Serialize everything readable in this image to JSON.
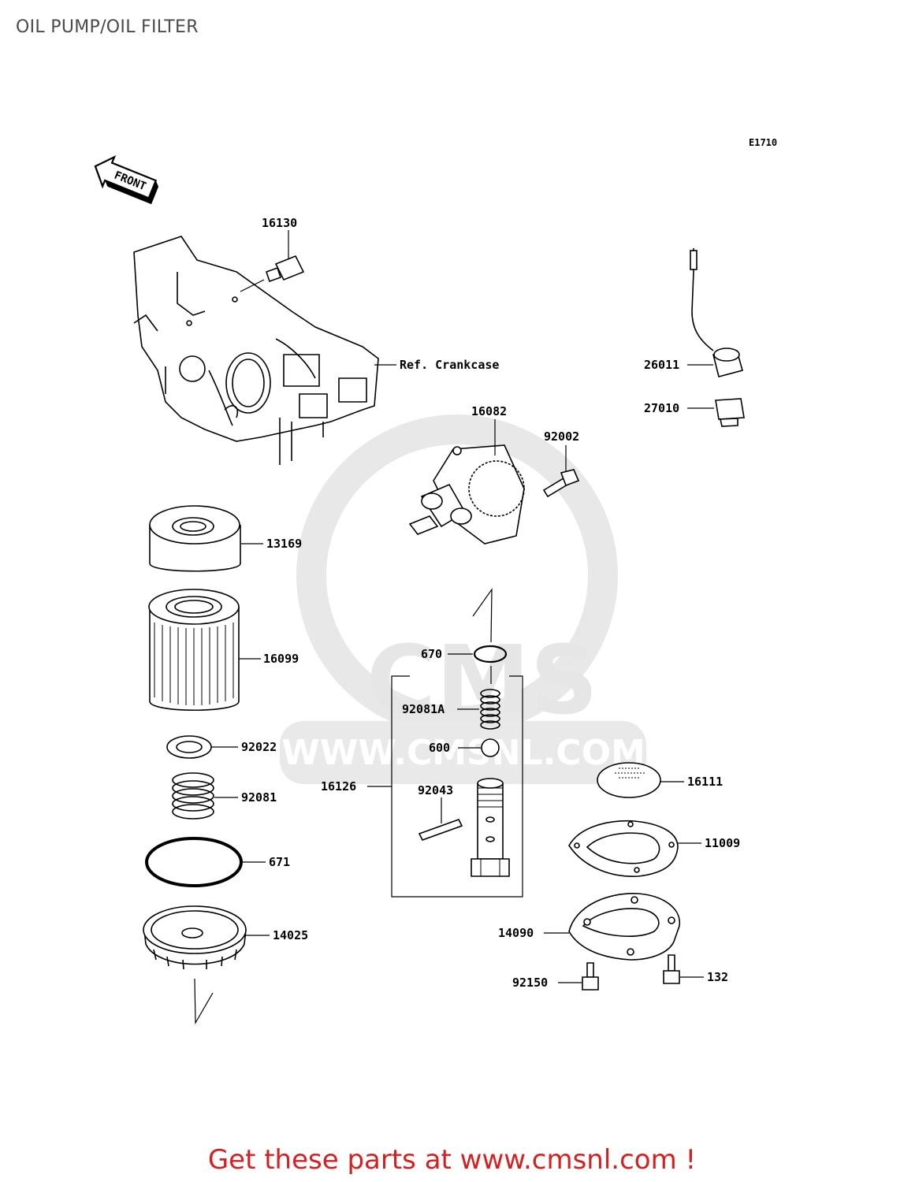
{
  "title": "OIL PUMP/OIL FILTER",
  "diagram_code": "E1710",
  "front_arrow": "FRONT",
  "ref_label": "Ref. Crankcase",
  "watermark": {
    "brand": "CMS",
    "url": "WWW.CMSNL.COM"
  },
  "part_labels": {
    "p16130": "16130",
    "p26011": "26011",
    "p27010": "27010",
    "p16082": "16082",
    "p92002": "92002",
    "p13169": "13169",
    "p16099": "16099",
    "p670": "670",
    "p92081A": "92081A",
    "p600": "600",
    "p16126": "16126",
    "p92043": "92043",
    "p92022": "92022",
    "p92081": "92081",
    "p671": "671",
    "p14025": "14025",
    "p16111": "16111",
    "p11009": "11009",
    "p14090": "14090",
    "p92150": "92150",
    "p132": "132"
  },
  "footer": "Get these parts at www.cmsnl.com !",
  "colors": {
    "footer": "#d42020",
    "watermark": "#e6e6e6",
    "title": "#4a4a4a"
  }
}
